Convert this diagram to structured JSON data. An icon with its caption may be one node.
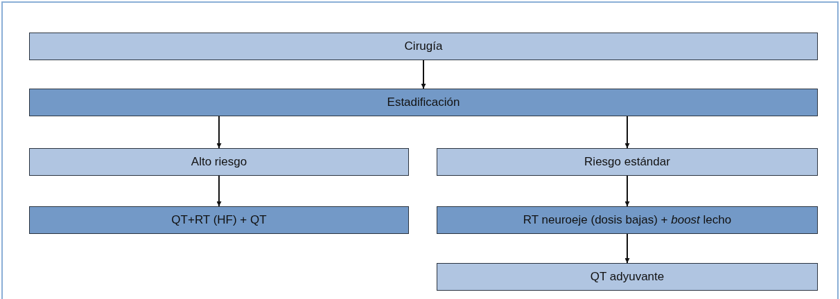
{
  "diagram": {
    "nodes": [
      {
        "text": [
          "Cirugía"
        ]
      },
      {
        "text": [
          "Estadificación"
        ]
      },
      {
        "text": [
          "Alto riesgo"
        ]
      },
      {
        "text": [
          "Riesgo estándar"
        ]
      },
      {
        "text": [
          "QT+RT (HF) + QT"
        ]
      },
      {
        "text": [
          "RT neuroeje (dosis bajas) + *boost* lecho"
        ]
      },
      {
        "text": [
          "QT adyuvante"
        ]
      }
    ],
    "edges": [
      {
        "from": 0,
        "to": 1,
        "arrow": "to"
      },
      {
        "from": 1,
        "to": 2,
        "arrow": "to"
      },
      {
        "from": 1,
        "to": 3,
        "arrow": "to"
      },
      {
        "from": 2,
        "to": 4,
        "arrow": "to"
      },
      {
        "from": 3,
        "to": 5,
        "arrow": "to"
      },
      {
        "from": 5,
        "to": 6,
        "arrow": "to"
      }
    ]
  }
}
